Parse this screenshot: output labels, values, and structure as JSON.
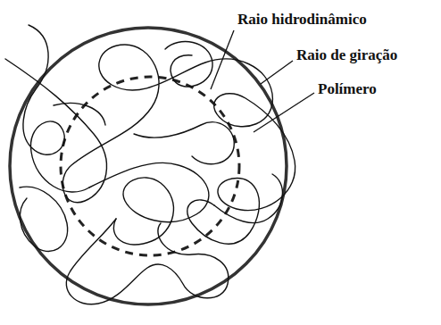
{
  "diagram": {
    "labels": [
      "Raio hidrodinâmico",
      "Raio de giração",
      "Polímero"
    ]
  }
}
